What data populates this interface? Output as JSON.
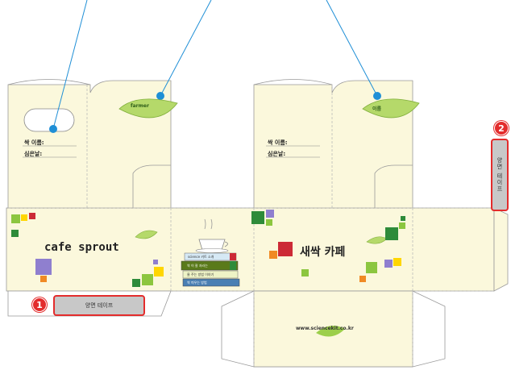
{
  "left_panel": {
    "plant_name_label": "싹 이름:",
    "planted_date_label": "심은날:",
    "leaf_text": "farmer",
    "brand_en": "cafe sprout"
  },
  "middle_panel": {
    "book_spines": [
      "science 키트 소개",
      "싹 이 잘 자라는",
      "물 주는 방법 이야기",
      "싹 틔우는 방법"
    ]
  },
  "right_panel": {
    "plant_name_label": "싹 이름:",
    "planted_date_label": "심은날:",
    "leaf_text": "이름",
    "brand_ko": "새싹 카페",
    "website": "www.sciencekit.co.kr"
  },
  "callouts": [
    {
      "number": "1",
      "tape_label": "양면 테이프"
    },
    {
      "number": "2",
      "tape_label": "양면 테이프"
    }
  ],
  "colors": {
    "panel_fill": "#fbf8dc",
    "dash_line": "#b0b0b0",
    "leader_line": "#1f8fd6",
    "callout_red": "#e32c2c",
    "leaf_green": "#8cc63f"
  }
}
